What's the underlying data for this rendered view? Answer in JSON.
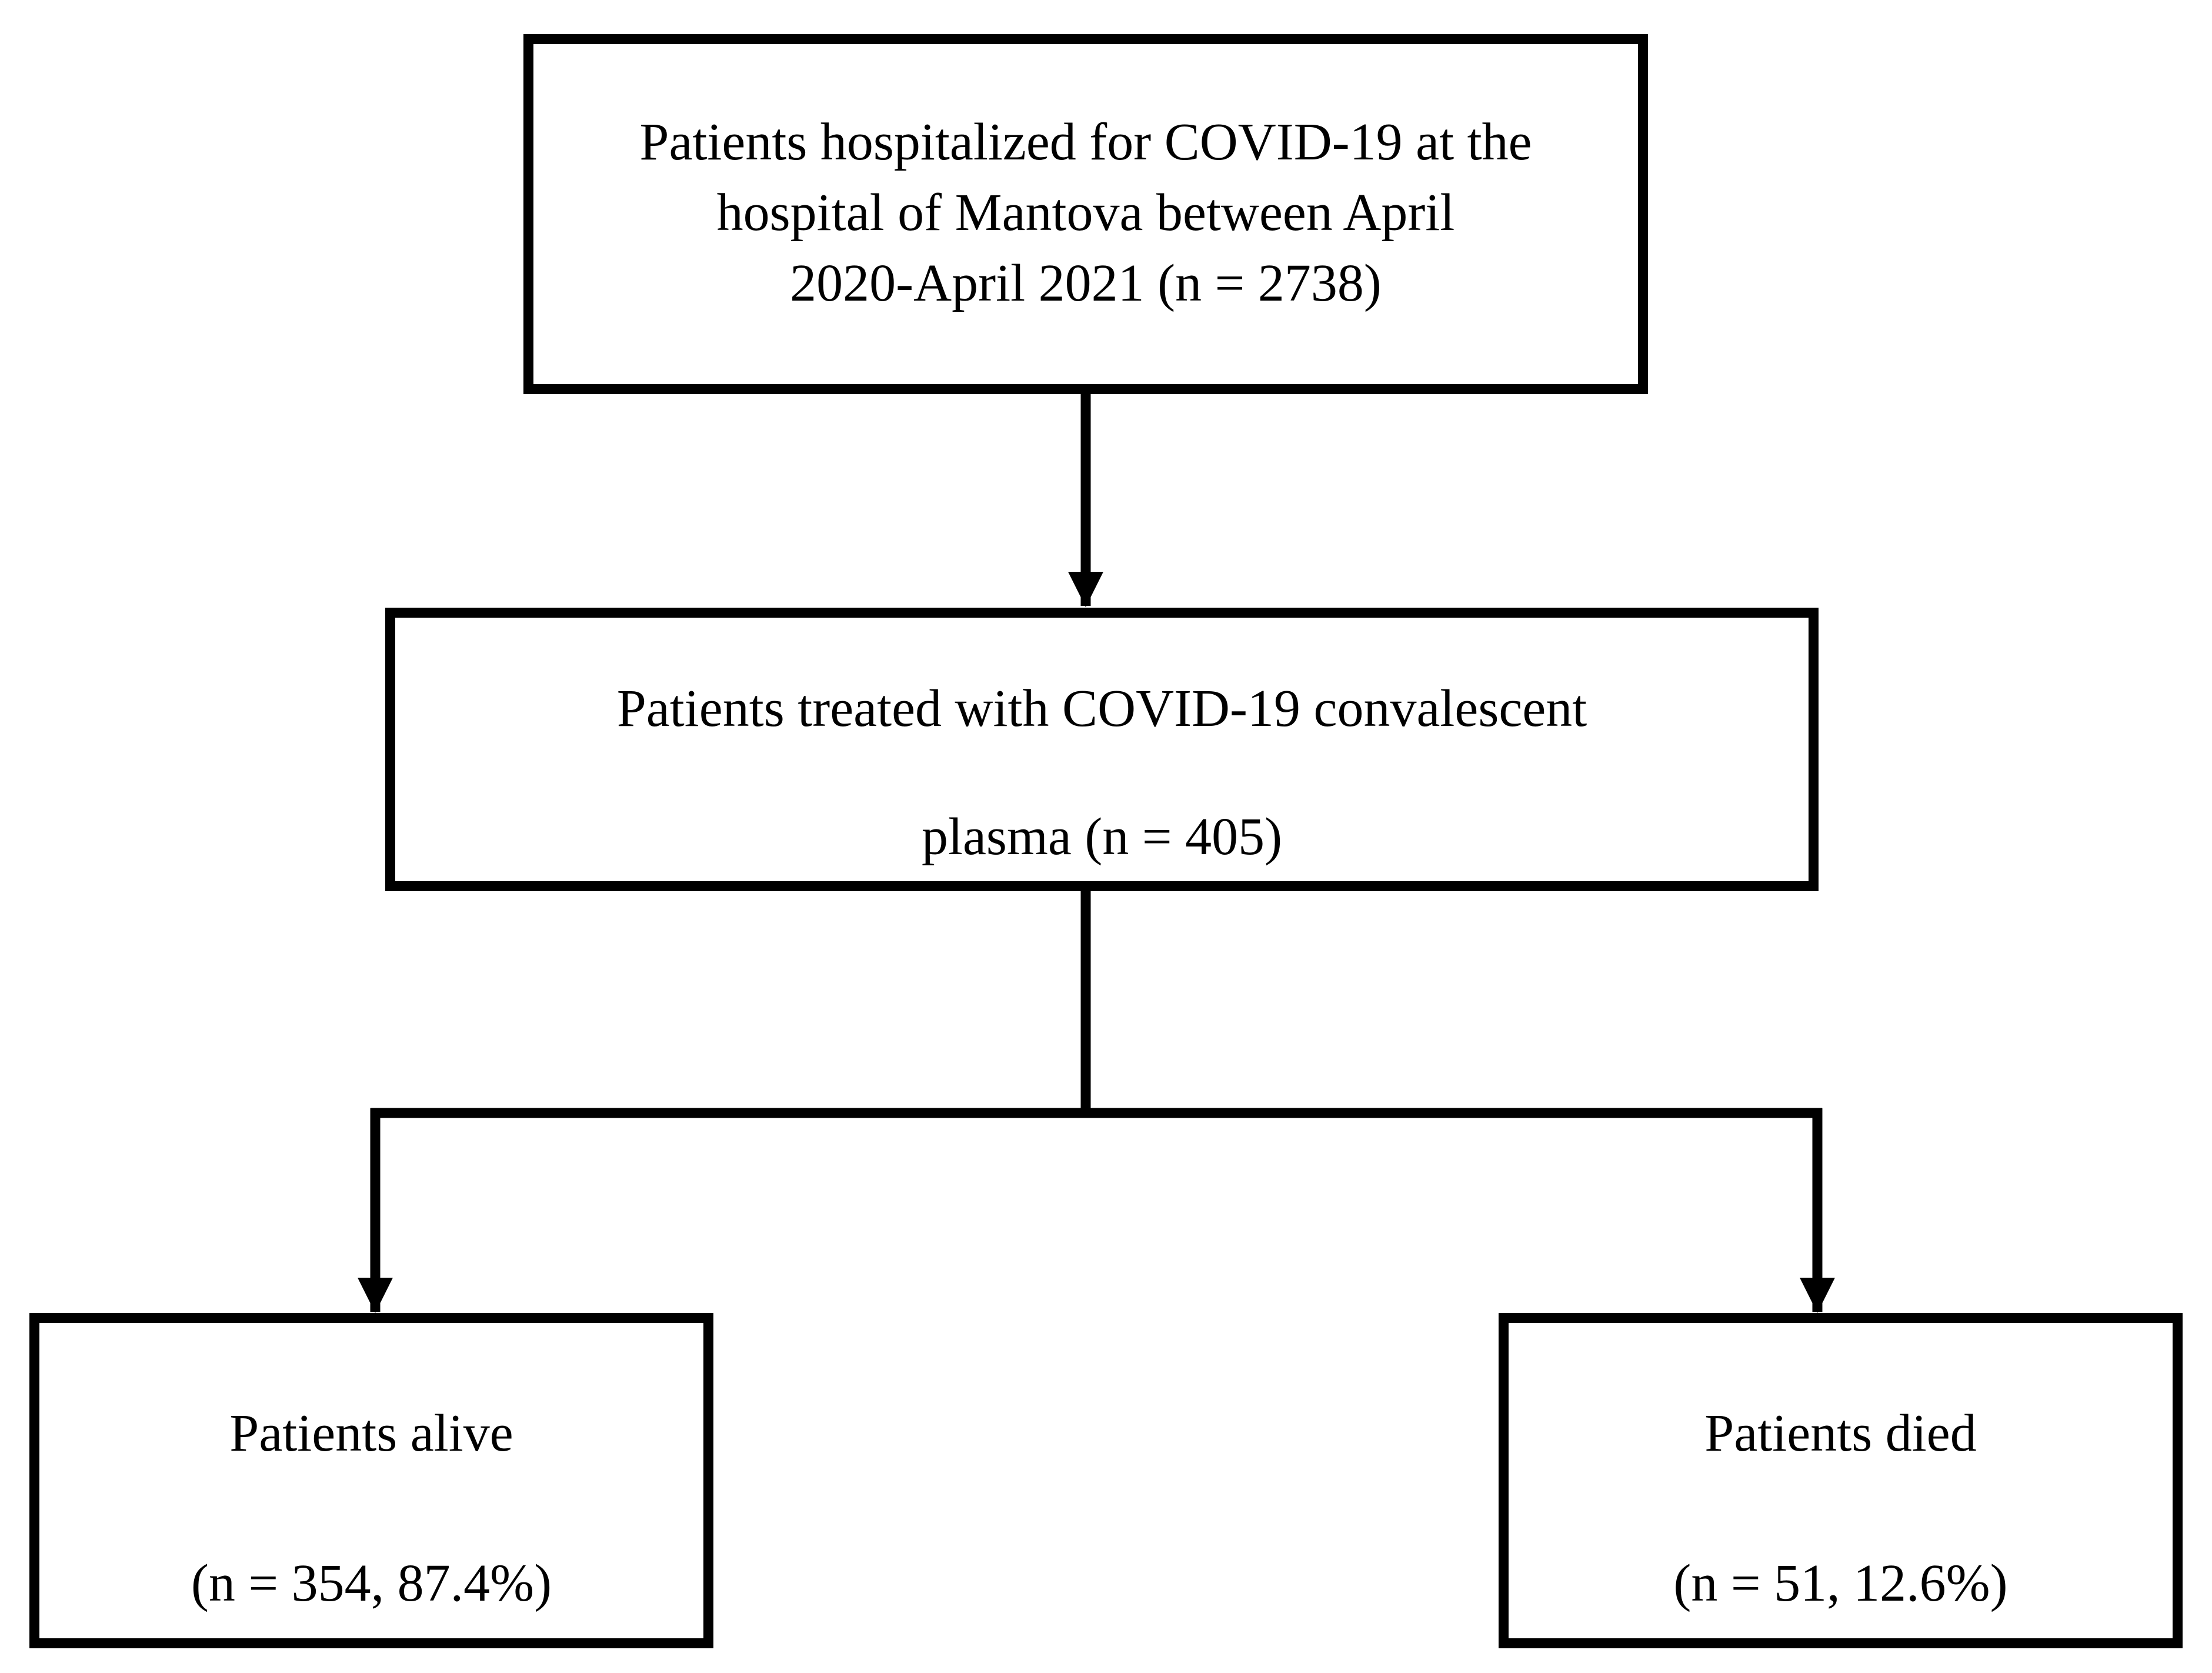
{
  "nodes": {
    "hospitalized": {
      "lines": [
        "Patients hospitalized for COVID-19 at the",
        "hospital of Mantova between April",
        "2020-April 2021 (n = 2738)"
      ]
    },
    "treated": {
      "lines": [
        "Patients treated with COVID-19 convalescent",
        "plasma (n = 405)"
      ]
    },
    "alive": {
      "lines": [
        "Patients alive",
        "(n = 354, 87.4%)"
      ]
    },
    "died": {
      "lines": [
        "Patients died",
        "(n = 51, 12.6%)"
      ]
    }
  },
  "edges": [
    {
      "from": "hospitalized",
      "to": "treated"
    },
    {
      "from": "treated",
      "to": "alive"
    },
    {
      "from": "treated",
      "to": "died"
    }
  ],
  "colors": {
    "stroke": "#000000",
    "background": "#ffffff"
  }
}
